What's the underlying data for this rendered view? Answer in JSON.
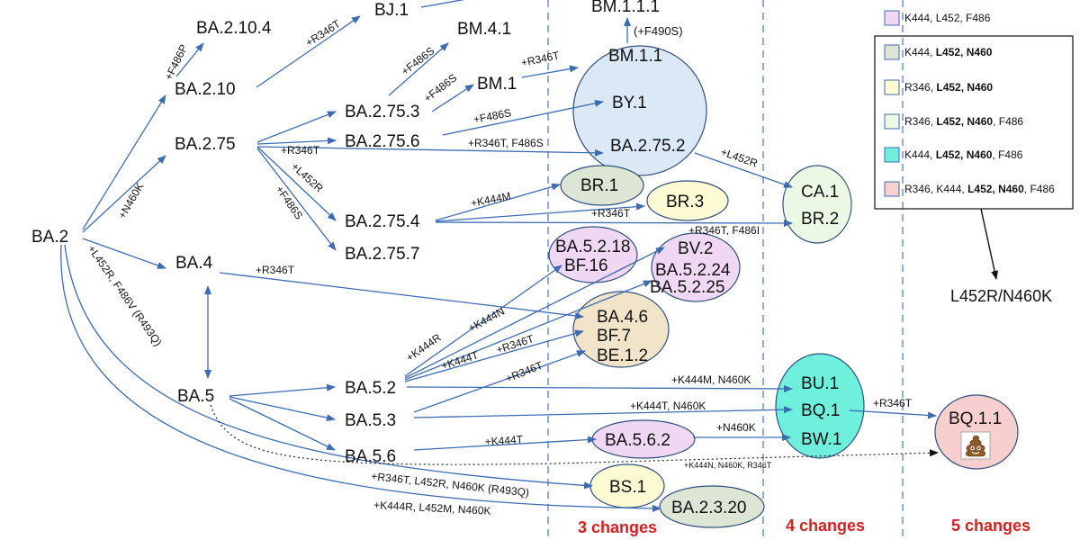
{
  "colors": {
    "arrow": "#3d6bb3",
    "column_divider": "#5b7fbf",
    "column_label": "#d42020",
    "group_pink": "#f0d8f4",
    "group_green_grey": "#dde6d5",
    "group_yellow": "#fdfbd3",
    "group_light_green": "#eaf8e4",
    "group_cyan": "#6ff0dc",
    "group_salmon": "#f8cfcf",
    "group_blue": "#dbe8f6",
    "group_tan": "#f1e4c9"
  },
  "nodes": {
    "ba2": "BA.2",
    "ba2_10_4": "BA.2.10.4",
    "ba2_10": "BA.2.10",
    "bj1": "BJ.1",
    "ba2_75": "BA.2.75",
    "ba2_75_3": "BA.2.75.3",
    "ba2_75_6": "BA.2.75.6",
    "ba2_75_4": "BA.2.75.4",
    "ba2_75_7": "BA.2.75.7",
    "bm4_1": "BM.4.1",
    "bm1": "BM.1",
    "bm1_1_1": "BM.1.1.1",
    "f490s": "(+F490S)",
    "bm1_1": "BM.1.1",
    "by1": "BY.1",
    "ba2_75_2": "BA.2.75.2",
    "br1": "BR.1",
    "br3": "BR.3",
    "ca1": "CA.1",
    "br2": "BR.2",
    "ba4": "BA.4",
    "ba5": "BA.5",
    "ba5_2": "BA.5.2",
    "ba5_3": "BA.5.3",
    "ba5_6": "BA.5.6",
    "ba5_2_18": "BA.5.2.18",
    "bf16": "BF.16",
    "bv2": "BV.2",
    "ba5_2_24": "BA.5.2.24",
    "ba5_2_25": "BA.5.2.25",
    "ba4_6": "BA.4.6",
    "bf7": "BF.7",
    "be1_2": "BE.1.2",
    "ba5_6_2": "BA.5.6.2",
    "bu1": "BU.1",
    "bq1": "BQ.1",
    "bw1": "BW.1",
    "bq1_1": "BQ.1.1",
    "bs1": "BS.1",
    "ba2_3_20": "BA.2.3.20"
  },
  "mutations": {
    "f486p": "+F486P",
    "r346t_bj1": "+R346T",
    "n460k": "+N460K",
    "f486s_bm41": "+F486S",
    "f486s_bm1": "+F486S",
    "r346t_bm11": "+R346T",
    "f486s_by1": "+F486S",
    "r346t_ba2756": "+R346T",
    "r346t_f486s": "+R346T, F486S",
    "l452r_ba2754": "+L452R",
    "f486s_ba2757": "+F486S",
    "l452r_ca1": "+L452R",
    "k444m_br1": "+K444M",
    "r346t_br3": "+R346T",
    "r346t_f486i": "+R346T, F486I",
    "l452r_f486v": "+L452R, F486V (R493Q)",
    "r346t_ba46": "+R346T",
    "k444r": "+K444R",
    "k444n": "+K444N",
    "k444t_bf7": "+K444T",
    "r346t_bf7": "+R346T",
    "r346t_be12": "+R346T",
    "k444m_n460k": "+K444M, N460K",
    "k444t_n460k": "+K444T, N460K",
    "k444t_ba562": "+K444T",
    "n460k_bw1": "+N460K",
    "r346t_bq11": "+R346T",
    "k444n_small": "+K444N, N460K, R346T",
    "bs1_path": "+R346T, L452R, N460K (R493Q)",
    "ba2320_path": "+K444R, L452M, N460K"
  },
  "columns": {
    "three": "3 changes",
    "four": "4 changes",
    "five": "5 changes"
  },
  "legend": {
    "items": [
      {
        "color": "#f0d8f4",
        "parts": [
          [
            "K444, L452, F486",
            false
          ]
        ]
      },
      {
        "color": "#dde6d5",
        "parts": [
          [
            "K444, ",
            false
          ],
          [
            "L452, N460",
            true
          ]
        ]
      },
      {
        "color": "#fdfbd3",
        "parts": [
          [
            "R346, ",
            false
          ],
          [
            "L452, N460",
            true
          ]
        ]
      },
      {
        "color": "#eaf8e4",
        "parts": [
          [
            "R346, ",
            false
          ],
          [
            "L452, N460",
            true
          ],
          [
            ", F486",
            false
          ]
        ]
      },
      {
        "color": "#6ff0dc",
        "parts": [
          [
            "K444, ",
            false
          ],
          [
            "L452, N460",
            true
          ],
          [
            ", F486",
            false
          ]
        ]
      },
      {
        "color": "#f8cfcf",
        "parts": [
          [
            "R346, K444, ",
            false
          ],
          [
            "L452, N460",
            true
          ],
          [
            ", F486",
            false
          ]
        ]
      }
    ],
    "result": "L452R/N460K"
  },
  "icons": {
    "bq1_1_badge": "poop-emoji-icon"
  }
}
